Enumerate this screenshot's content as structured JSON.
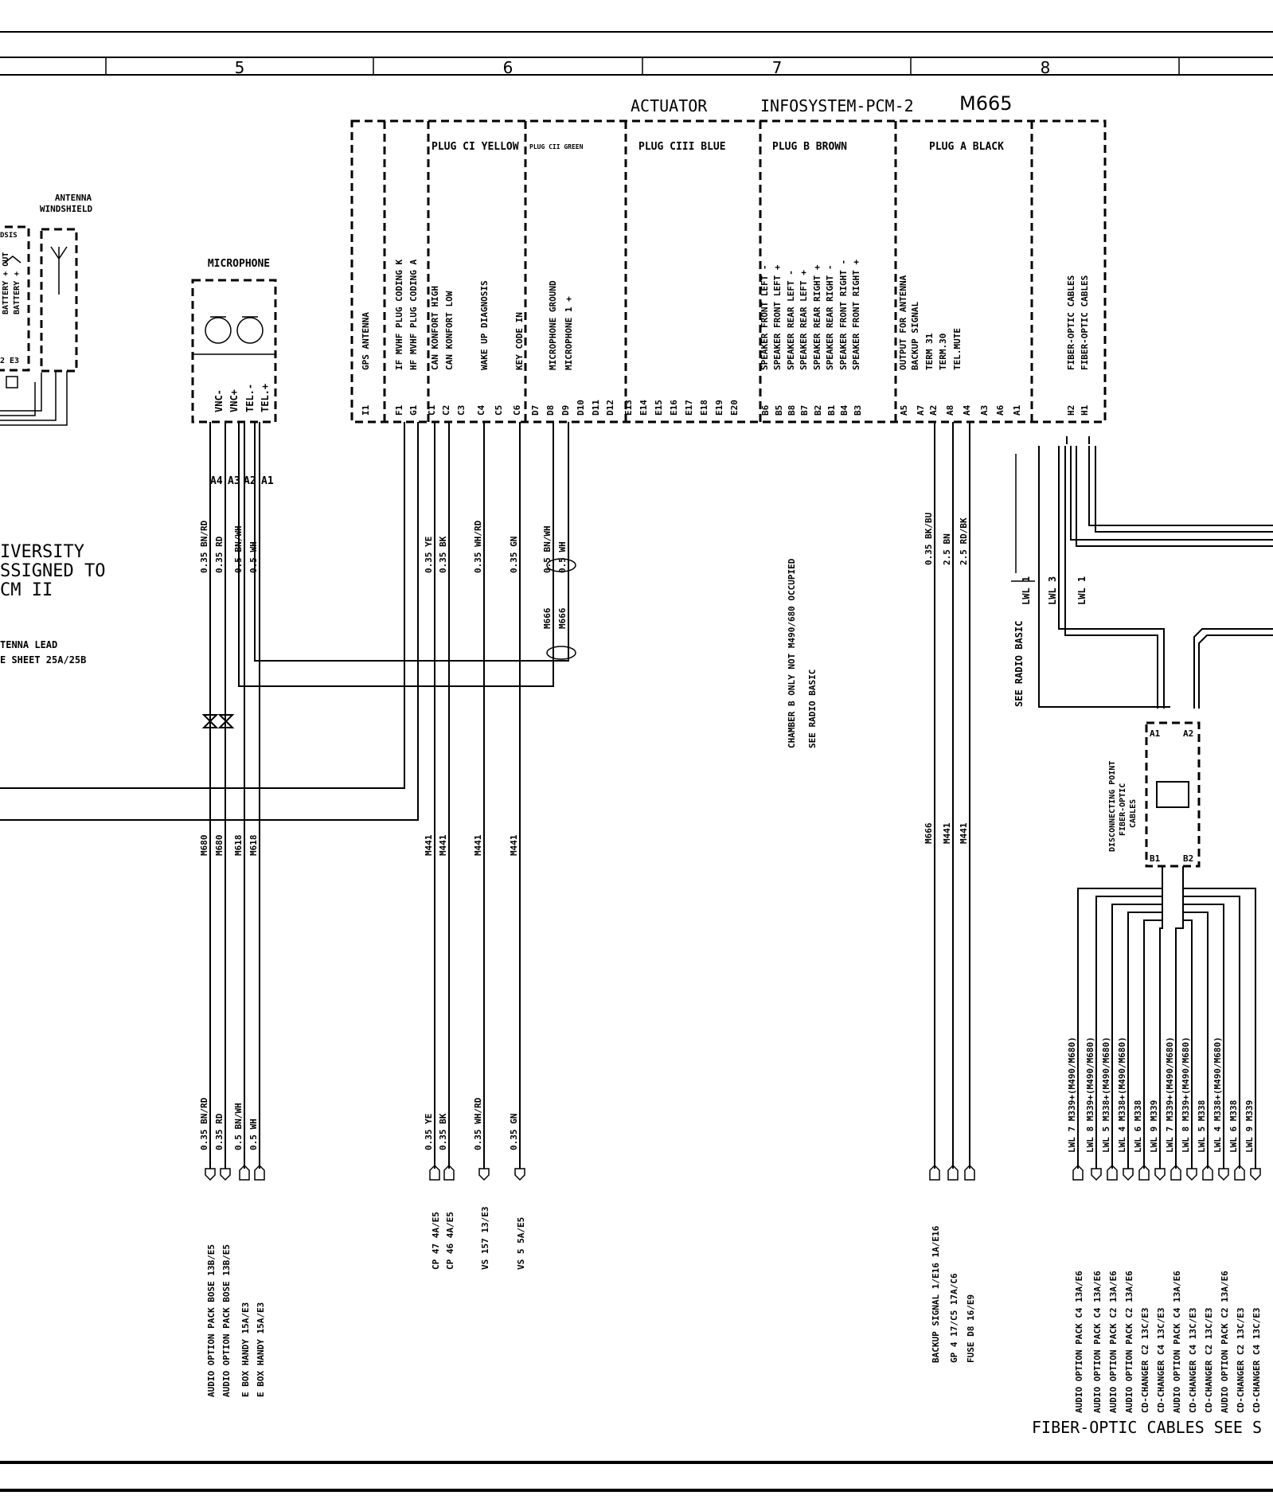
{
  "header": {
    "columns": [
      "5",
      "6",
      "7",
      "8"
    ]
  },
  "control_unit": {
    "title_actuator": "ACTUATOR",
    "title_system": "INFOSYSTEM-PCM-2",
    "title_code": "M665",
    "plugs": [
      "PLUG CI YELLOW",
      "PLUG CII GREEN",
      "PLUG CIII BLUE",
      "PLUG B BROWN",
      "PLUG A BLACK"
    ],
    "pin_labels": [
      "GPS ANTENNA",
      "IF MVHF PLUG  CODING K",
      "HF MVHF PLUG  CODING A",
      "CAN KONFORT HIGH",
      "CAN KONFORT LOW",
      "WAKE UP DIAGNOSIS",
      "KEY CODE IN",
      "MICROPHONE GROUND",
      "MICROPHONE 1 +",
      "SPEAKER FRONT LEFT  -",
      "SPEAKER FRONT LEFT  +",
      "SPEAKER REAR LEFT  -",
      "SPEAKER REAR LEFT  +",
      "SPEAKER REAR RIGHT  +",
      "SPEAKER REAR RIGHT  -",
      "SPEAKER FRONT RIGHT  -",
      "SPEAKER FRONT RIGHT +",
      "OUTPUT FOR ANTENNA",
      "BACKUP SIGNAL",
      "TERM 31",
      "TERM.30",
      "TEL.MUTE",
      "FIBER-OPTIC CABLES",
      "FIBER-OPTIC CABLES"
    ],
    "pins": [
      "I1",
      "F1",
      "G1",
      "C1",
      "C2",
      "C3",
      "C4",
      "C5",
      "C6",
      "D7",
      "D8",
      "D9",
      "D10",
      "D11",
      "D12",
      "E13",
      "E14",
      "E15",
      "E16",
      "E17",
      "E18",
      "E19",
      "E20",
      "B6",
      "B5",
      "B8",
      "B7",
      "B2",
      "B1",
      "B4",
      "B3",
      "A5",
      "A7",
      "A2",
      "A8",
      "A4",
      "A3",
      "A6",
      "A1",
      "H2",
      "H1"
    ]
  },
  "left_components": {
    "antenna_title": "ANTENNA WINDSHIELD",
    "microphone_title": "MICROPHONE",
    "microphone_pins": [
      "VNC-",
      "VNC+",
      "TEL.-",
      "TEL.+"
    ],
    "connector_pins": [
      "A4",
      "A3",
      "A2",
      "A1"
    ],
    "note_diversity": [
      "IVERSITY",
      "SSIGNED TO",
      "CM II"
    ],
    "note_antenna": [
      "TENNA LEAD",
      "E SHEET 25A/25B"
    ]
  },
  "wires": {
    "mic_colors": [
      "0.35 BN/RD",
      "0.35 RD",
      "0.5 BN/WH",
      "0.5 WH"
    ],
    "mid_colors": [
      "0.35 YE",
      "0.35 BK",
      "0.35 WH/RD",
      "0.35 GN",
      "0.5 BN/WH",
      "0.5 WH"
    ],
    "right_colors": [
      "0.35 BK/BU",
      "2.5 BN",
      "2.5 RD/BK"
    ],
    "m666": "M666",
    "refs_mic": [
      "M680",
      "M680",
      "M618",
      "M618"
    ],
    "refs_mid": [
      "M441",
      "M441",
      "M441",
      "M441"
    ],
    "refs_right": [
      "M666",
      "M441",
      "M441"
    ],
    "bottom_mic_colors": [
      "0.35 BN/RD",
      "0.35 RD",
      "0.5 BN/WH",
      "0.5 WH"
    ],
    "bottom_mid_colors": [
      "0.35 YE",
      "0.35 BK",
      "0.35 WH/RD",
      "0.35 GN"
    ]
  },
  "destinations": {
    "mic": [
      "AUDIO OPTION PACK BOSE  13B/E5",
      "AUDIO OPTION PACK BOSE  13B/E5",
      "E BOX HANDY  15A/E3",
      "E BOX HANDY  15A/E3"
    ],
    "mid": [
      "CP 47  4A/E5",
      "CP 46  4A/E5",
      "VS 157  13/E3",
      "VS 5  5A/E5"
    ],
    "right": [
      "BACKUP SIGNAL  1/E16  1A/E16",
      "GP 4 17/C5  17A/C6",
      "FUSE D8  16/E9"
    ],
    "fiber": [
      "AUDIO OPTION PACK C4 13A/E6",
      "AUDIO OPTION PACK C4 13A/E6",
      "AUDIO OPTION PACK C2 13A/E6",
      "AUDIO OPTION PACK C2 13A/E6",
      "CD-CHANGER C2  13C/E3",
      "CD-CHANGER C4  13C/E3",
      "AUDIO OPTION PACK C4 13A/E6",
      "CD-CHANGER C4  13C/E3",
      "CD-CHANGER C2  13C/E3",
      "AUDIO OPTION PACK C2 13A/E6",
      "CD-CHANGER C2  13C/E3",
      "CD-CHANGER C4  13C/E3"
    ]
  },
  "fiber_optic": {
    "lwl_labels": [
      "LWL 7  M339+(M490/M680)",
      "LWL 8  M339+(M490/M680)",
      "LWL 5  M338+(M490/M680)",
      "LWL 4  M338+(M490/M680)",
      "LWL 6  M338",
      "LWL 9  M339",
      "LWL 7  M339+(M490/M680)",
      "LWL 8  M339+(M490/M680)",
      "LWL 5  M338",
      "LWL 4  M338+(M490/M680)",
      "LWL 6  M338",
      "LWL 9  M339"
    ],
    "upper_lwl": [
      "LWL 1",
      "LWL 3",
      "LWL 1"
    ],
    "see_radio_basic": "SEE RADIO  BASIC",
    "disconnect_point": [
      "DISCONNECTING POINT",
      "FIBER-OPTIC",
      "CABLES"
    ],
    "disconnect_pins": [
      "A1",
      "A2",
      "B1",
      "B2"
    ],
    "footer": "FIBER-OPTIC  CABLES SEE S"
  },
  "notes": {
    "chamber": "CHAMBER B  ONLY NOT M490/680 OCCUPIED",
    "see_radio": "SEE  RADIO  BASIC"
  },
  "left_edge_labels": [
    "DSIS",
    "BATTERY +  OUT",
    "BATTERY +",
    "2  E3"
  ]
}
